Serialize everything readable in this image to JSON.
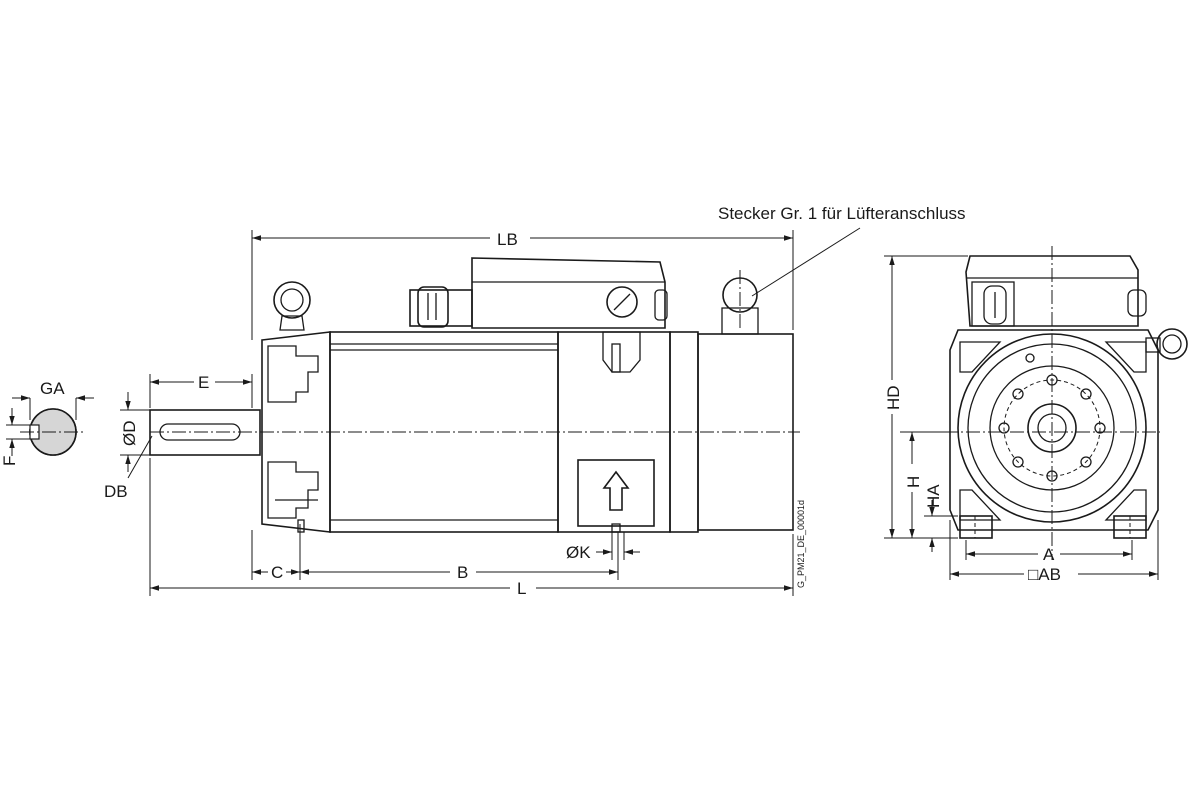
{
  "drawing": {
    "callout": "Stecker Gr. 1 für Lüfteranschluss",
    "drawing_id": "G_PM21_DE_00001d",
    "labels": {
      "GA": "GA",
      "F": "F",
      "E": "E",
      "D": "ØD",
      "DB": "DB",
      "LB": "LB",
      "C": "C",
      "B": "B",
      "K": "ØK",
      "L": "L",
      "HD": "HD",
      "H": "H",
      "HA": "HA",
      "A": "A",
      "AB": "□AB"
    }
  }
}
